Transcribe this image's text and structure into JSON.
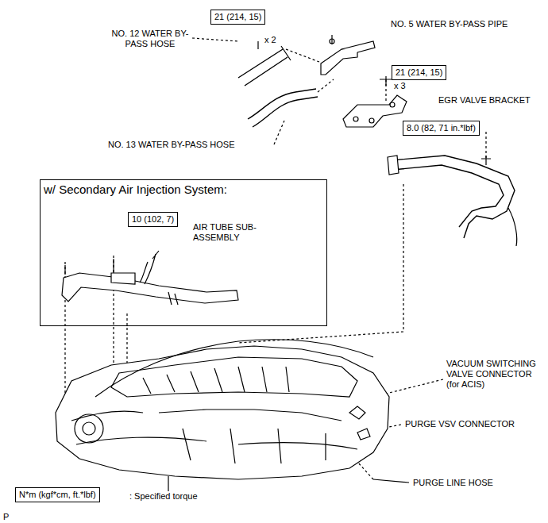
{
  "diagram": {
    "nodes": [
      {
        "text": [
          "21 (214, 15)"
        ]
      },
      {
        "text": [
          "21 (214, 15)"
        ]
      },
      {
        "text": [
          "8.0 (82, 71 in.*lbf)"
        ]
      },
      {
        "text": [
          "w/ Secondary Air Injection System:"
        ]
      },
      {
        "text": [
          "10 (102, 7)"
        ],
        "in": 3
      },
      {
        "text": [
          "N*m (kgf*cm, ft.*lbf)"
        ]
      }
    ],
    "edges": [],
    "labels": [
      "NO. 12 WATER BY-PASS HOSE",
      "NO. 5 WATER BY-PASS PIPE",
      "x 2",
      "x 3",
      "EGR VALVE BRACKET",
      "NO. 13 WATER BY-PASS HOSE",
      "AIR TUBE SUB-ASSEMBLY",
      "VACUUM SWITCHING VALVE CONNECTOR (for ACIS)",
      "PURGE VSV CONNECTOR",
      "PURGE LINE HOSE",
      ": Specified torque",
      "P"
    ]
  }
}
